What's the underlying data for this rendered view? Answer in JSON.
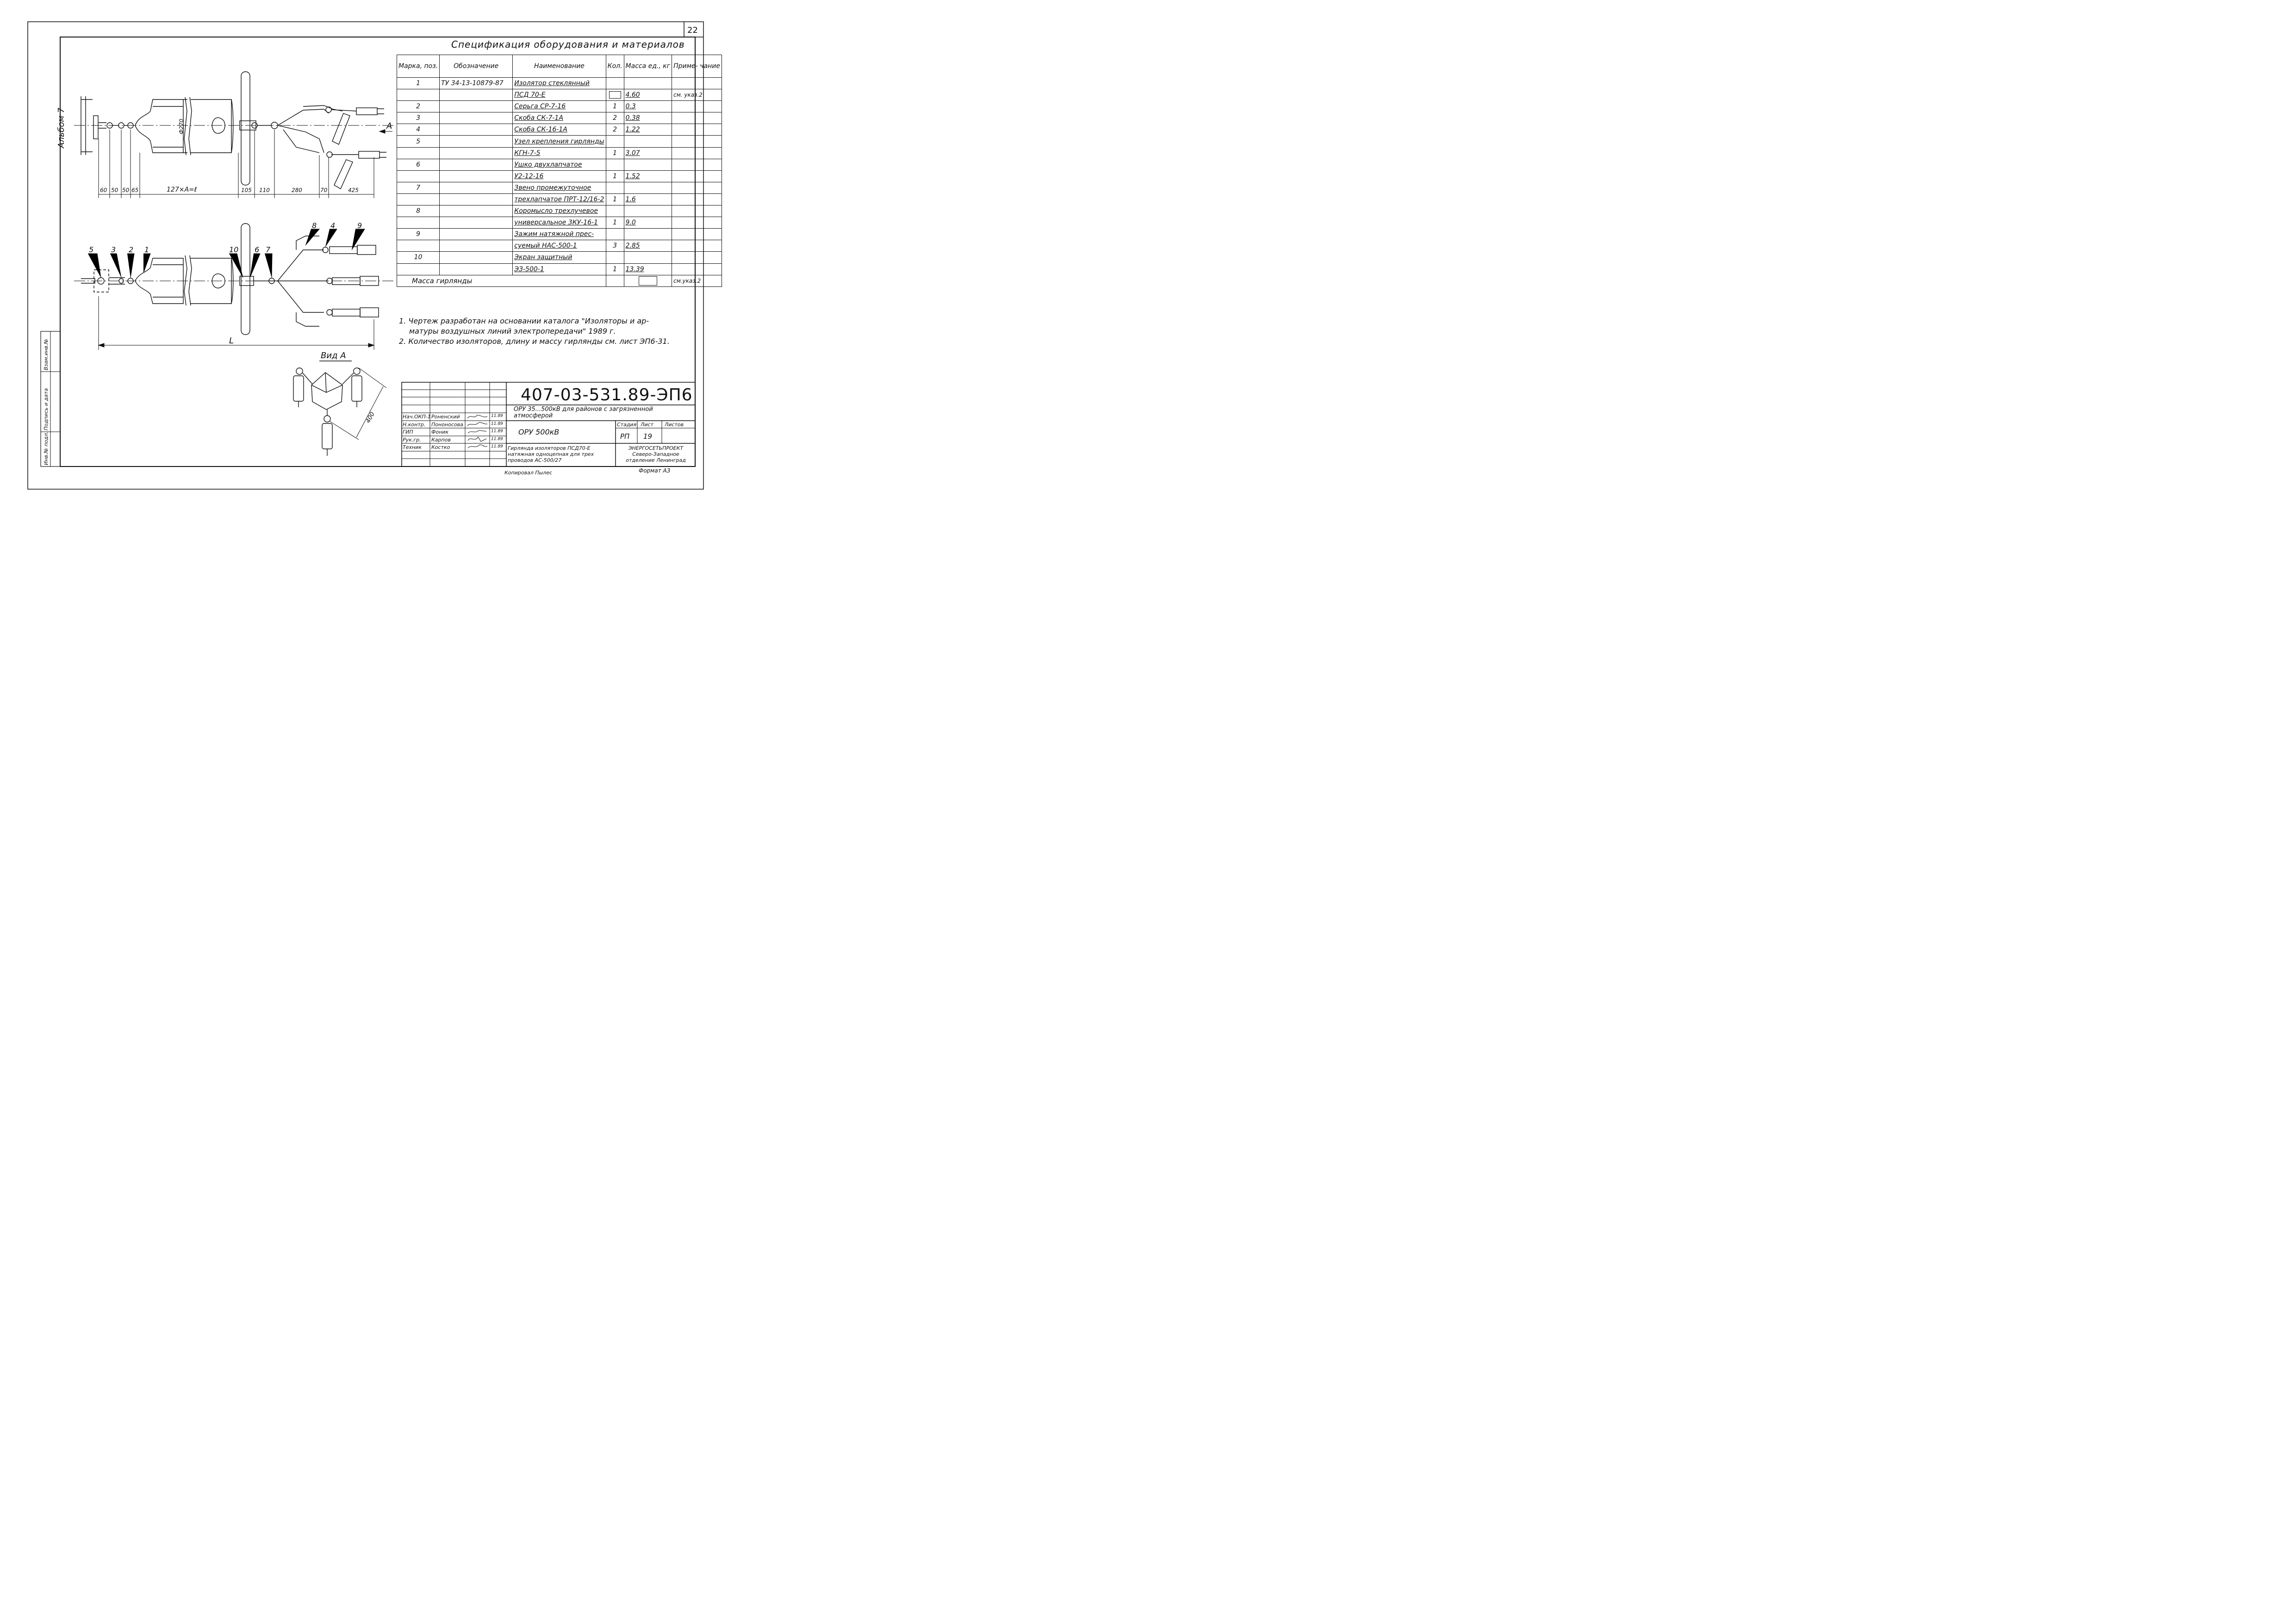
{
  "sheet": {
    "number": "22",
    "album": "Альбом 7",
    "format": "Формат А3",
    "copied_by": "Копировал Пылес"
  },
  "side_stamp": {
    "inv_no": "Инв.№ подл.",
    "signature_date": "Подпись и дата",
    "replace_inv": "Взам.инв.№"
  },
  "spec": {
    "title": "Спецификация оборудования и материалов",
    "headers": {
      "mark": "Марка, поз.",
      "designation": "Обозначение",
      "name": "Наименование",
      "qty": "Кол.",
      "mass": "Масса ед., кг",
      "note": "Приме- чание"
    },
    "rows": [
      {
        "pos": "1",
        "designation": "ТУ 34-13-10879-87",
        "name": "Изолятор стеклянный",
        "qty": "",
        "mass": "",
        "note": ""
      },
      {
        "pos": "",
        "designation": "",
        "name": "ПСД 70-Е",
        "qty": "",
        "mass": "4.60",
        "note": "см. указ.2"
      },
      {
        "pos": "2",
        "designation": "",
        "name": "Серьга СР-7-16",
        "qty": "1",
        "mass": "0.3",
        "note": ""
      },
      {
        "pos": "3",
        "designation": "",
        "name": "Скоба СК-7-1А",
        "qty": "2",
        "mass": "0.38",
        "note": ""
      },
      {
        "pos": "4",
        "designation": "",
        "name": "Скоба СК-16-1А",
        "qty": "2",
        "mass": "1.22",
        "note": ""
      },
      {
        "pos": "5",
        "designation": "",
        "name": "Узел крепления гирлянды",
        "qty": "",
        "mass": "",
        "note": ""
      },
      {
        "pos": "",
        "designation": "",
        "name": "КГН-7-5",
        "qty": "1",
        "mass": "3.07",
        "note": ""
      },
      {
        "pos": "6",
        "designation": "",
        "name": "Ушко двухлапчатое",
        "qty": "",
        "mass": "",
        "note": ""
      },
      {
        "pos": "",
        "designation": "",
        "name": "У2-12-16",
        "qty": "1",
        "mass": "1.52",
        "note": ""
      },
      {
        "pos": "7",
        "designation": "",
        "name": "Звено промежуточное",
        "qty": "",
        "mass": "",
        "note": ""
      },
      {
        "pos": "",
        "designation": "",
        "name": "трехлапчатое ПРТ-12/16-2",
        "qty": "1",
        "mass": "1.6",
        "note": ""
      },
      {
        "pos": "8",
        "designation": "",
        "name": "Коромысло трехлучевое",
        "qty": "",
        "mass": "",
        "note": ""
      },
      {
        "pos": "",
        "designation": "",
        "name": "универсальное 3КУ-16-1",
        "qty": "1",
        "mass": "9.0",
        "note": ""
      },
      {
        "pos": "9",
        "designation": "",
        "name": "Зажим натяжной прес-",
        "qty": "",
        "mass": "",
        "note": ""
      },
      {
        "pos": "",
        "designation": "",
        "name": "суемый НАС-500-1",
        "qty": "3",
        "mass": "2.85",
        "note": ""
      },
      {
        "pos": "10",
        "designation": "",
        "name": "Экран защитный",
        "qty": "",
        "mass": "",
        "note": ""
      },
      {
        "pos": "",
        "designation": "",
        "name": "ЭЗ-500-1",
        "qty": "1",
        "mass": "13.39",
        "note": ""
      }
    ],
    "total_label": "Масса гирлянды",
    "total_note": "см.указ.2"
  },
  "notes": [
    "1. Чертеж разработан на основании каталога \"Изоляторы и ар-",
    "    матуры воздушных линий электропередачи\" 1989 г.",
    "2. Количество изоляторов, длину и массу гирлянды см. лист ЭП6-31."
  ],
  "drawing": {
    "dims": [
      "60",
      "50",
      "50",
      "65",
      "127×А=ℓ",
      "105",
      "110",
      "280",
      "70",
      "425"
    ],
    "diameter": "Ф270",
    "view_arrow": "А",
    "length_label": "L",
    "callouts_left": [
      "5",
      "3",
      "2",
      "1"
    ],
    "callouts_mid": [
      "10",
      "6",
      "7"
    ],
    "callouts_right": [
      "8",
      "4",
      "9"
    ],
    "view_title": "Вид А",
    "view_dim": "400"
  },
  "title_block": {
    "code": "407-03-531.89-ЭП6",
    "object": "ОРУ 35...500кВ для районов с загрязненной атмосферой",
    "section": "ОРУ 500кВ",
    "stage_label": "Стадия",
    "sheet_label": "Лист",
    "sheets_label": "Листов",
    "stage": "РП",
    "sheet": "19",
    "sheets": "",
    "drawing_title": "Гирлянда изоляторов ПСД70-Е натяжная одноцепная для трех проводов АС-500/27",
    "org": "ЭНЕРГОСЕТЬПРОЕКТ Северо-Западное отделение Ленинград",
    "people": [
      {
        "role": "Нач.ОКП-1",
        "name": "Роненский",
        "date": "11.89"
      },
      {
        "role": "Н.контр.",
        "name": "Пононосова",
        "date": "11.89"
      },
      {
        "role": "ГИП",
        "name": "Фоник",
        "date": "11.89"
      },
      {
        "role": "Рук.гр.",
        "name": "Карпов",
        "date": "11.89"
      },
      {
        "role": "Техник",
        "name": "Костко",
        "date": "11.89"
      }
    ]
  }
}
